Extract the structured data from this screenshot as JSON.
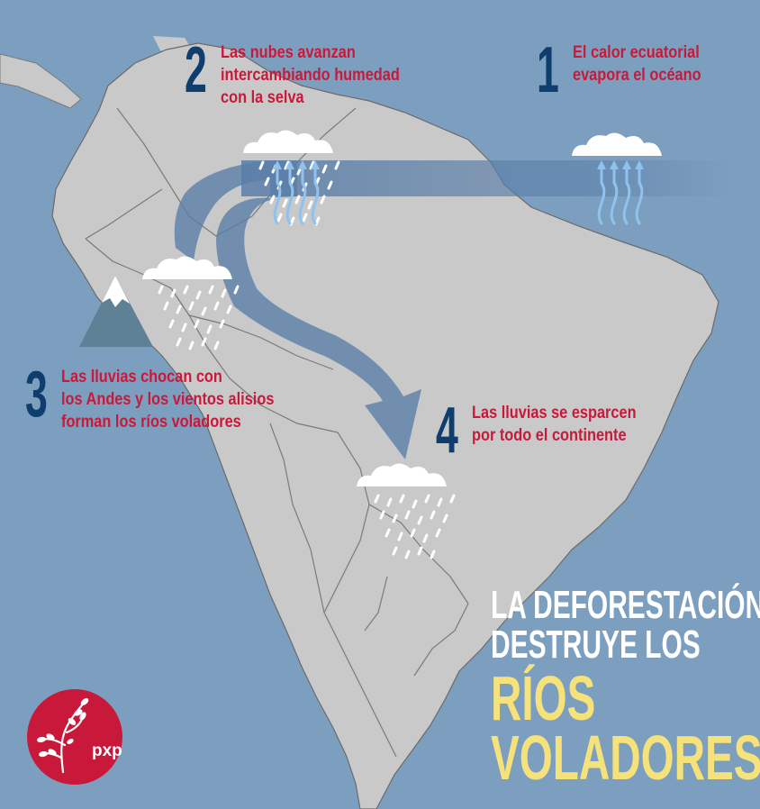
{
  "steps": [
    {
      "number": "1",
      "text": [
        "El calor ecuatorial",
        "evapora el océano"
      ]
    },
    {
      "number": "2",
      "text": [
        "Las nubes avanzan",
        "intercambiando humedad",
        "con la selva"
      ]
    },
    {
      "number": "3",
      "text": [
        "Las lluvias chocan con",
        "los Andes y los vientos alisios",
        "forman los ríos voladores"
      ]
    },
    {
      "number": "4",
      "text": [
        "Las lluvias se esparcen",
        "por todo el continente"
      ]
    }
  ],
  "headline": {
    "line1": "LA DEFORESTACIÓN",
    "line2": "DESTRUYE LOS",
    "line3": "RÍOS",
    "line4": "VOLADORES"
  },
  "logo": {
    "text": "pxp"
  },
  "colors": {
    "ocean": "#7d9fbf",
    "land": "#c9c9c9",
    "border": "#6a6a6a",
    "flow_arrow": "#5a7ea8",
    "step_number": "#0f3e6e",
    "step_text": "#c8193b",
    "headline_white": "#ffffff",
    "headline_yellow": "#f6e27a",
    "logo_red": "#c8193b",
    "evaporation": "#8fc3ee",
    "mountain": "#5f8196"
  },
  "icons": [
    "cloud-icon",
    "rain-icon",
    "evaporation-arrows-icon",
    "mountain-icon",
    "plant-logo-icon"
  ]
}
